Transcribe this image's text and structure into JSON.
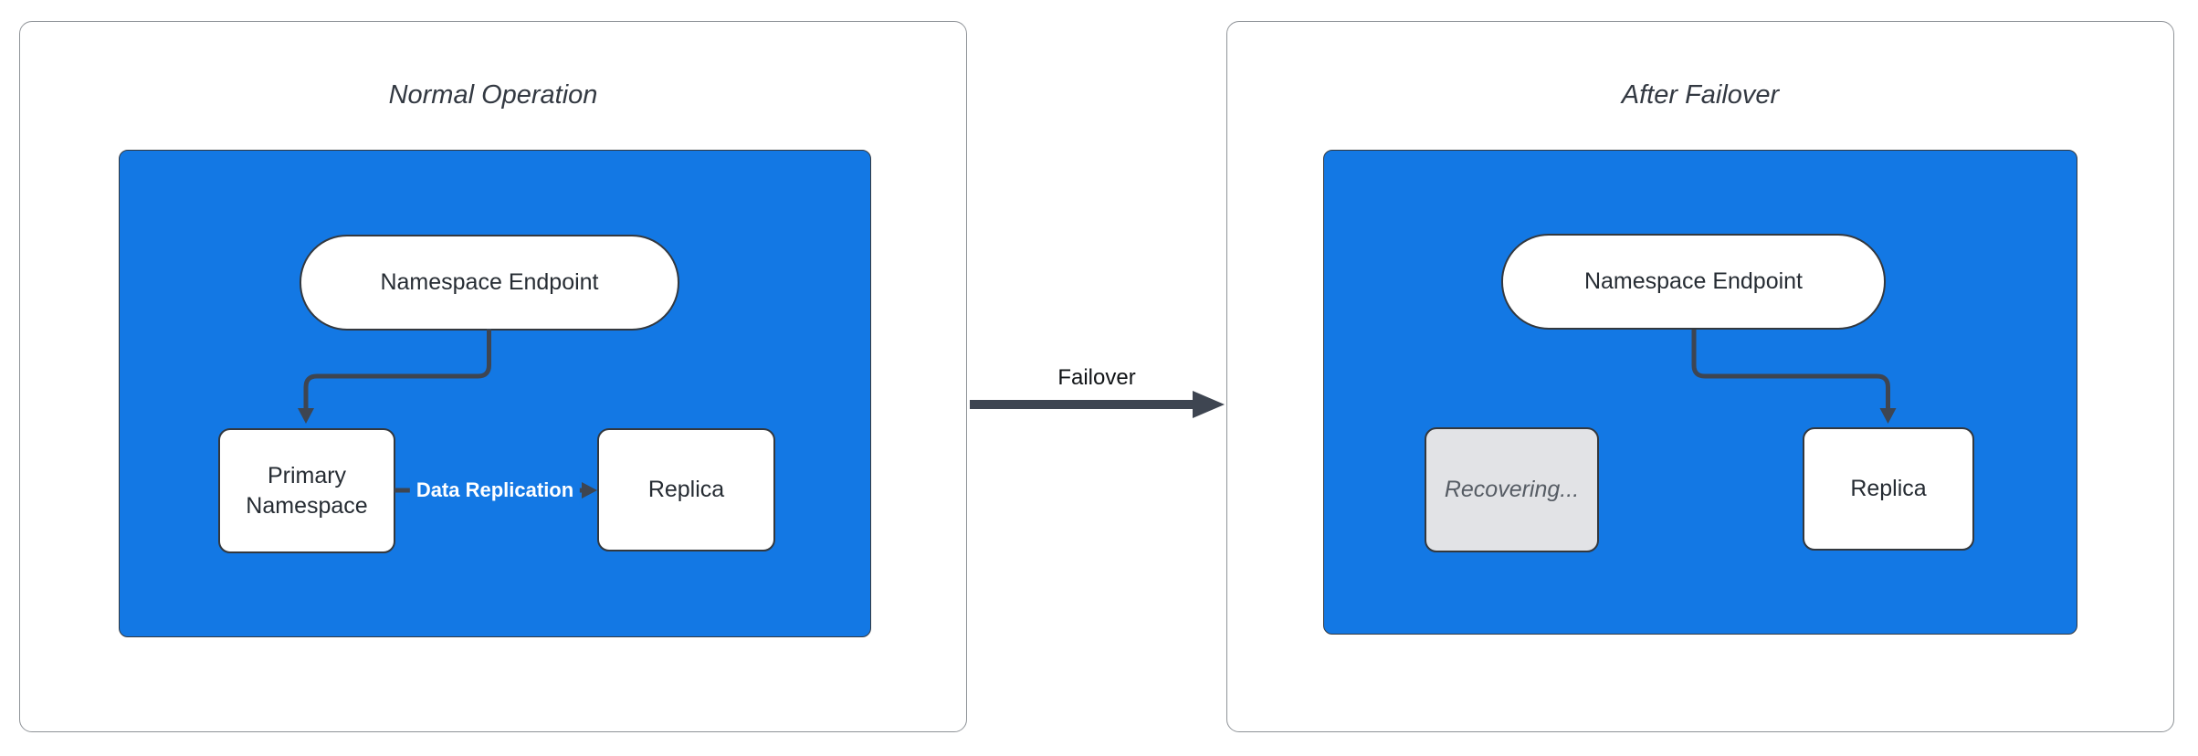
{
  "left_panel": {
    "title": "Normal Operation",
    "endpoint_label": "Namespace Endpoint",
    "primary_label": "Primary Namespace",
    "replica_label": "Replica",
    "replication_label": "Data Replication"
  },
  "transition": {
    "label": "Failover"
  },
  "right_panel": {
    "title": "After Failover",
    "endpoint_label": "Namespace Endpoint",
    "recovering_label": "Recovering...",
    "replica_label": "Replica"
  },
  "colors": {
    "cluster_fill": "#1378E4",
    "edge": "#3E4551",
    "node_fill": "#FFFFFF",
    "node_border": "#33383E",
    "recovering_fill": "#E2E3E6",
    "recovering_text": "#565C64",
    "panel_border": "#8F9398",
    "title_text": "#333942",
    "replication_label_text": "#FFFFFF"
  }
}
